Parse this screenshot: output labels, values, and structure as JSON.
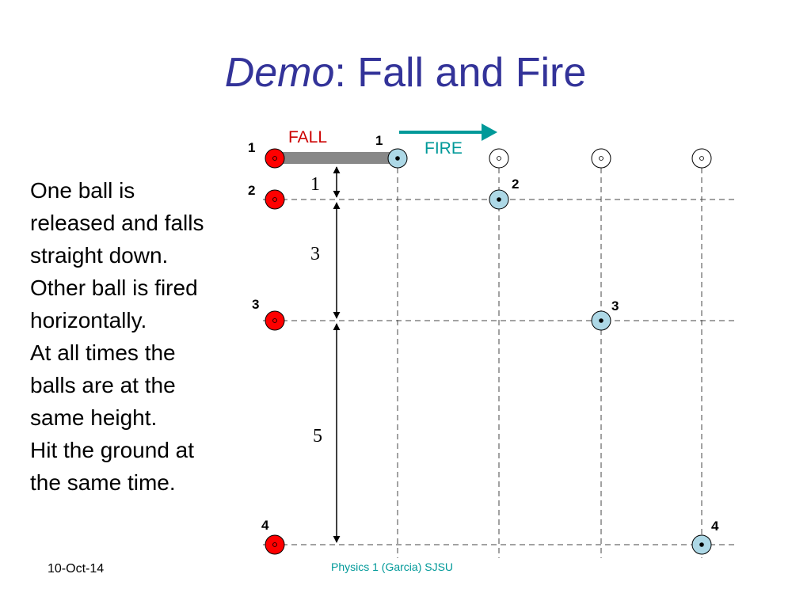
{
  "slide": {
    "title_italic": "Demo",
    "title_rest": ": Fall and Fire",
    "body_lines": [
      "One ball is",
      "released and falls",
      "straight down.",
      "Other ball is fired",
      "horizontally.",
      "At all times the",
      "balls are at the",
      "same height.",
      "Hit the ground at",
      "the same time."
    ],
    "footer_date": "10-Oct-14",
    "footer_credit": "Physics 1 (Garcia) SJSU"
  },
  "diagram": {
    "fall_label": "FALL",
    "fire_label": "FIRE",
    "fall_numbers": [
      "1",
      "2",
      "3",
      "4"
    ],
    "fire_numbers": [
      "1",
      "2",
      "3",
      "4"
    ],
    "interval_labels": [
      "1",
      "3",
      "5"
    ],
    "colors": {
      "fall_ball": "#ff0000",
      "fire_ball": "#add8e6",
      "fall_text": "#cc0000",
      "fire_text": "#009999",
      "arrow": "#009999",
      "rod": "#888888"
    }
  }
}
